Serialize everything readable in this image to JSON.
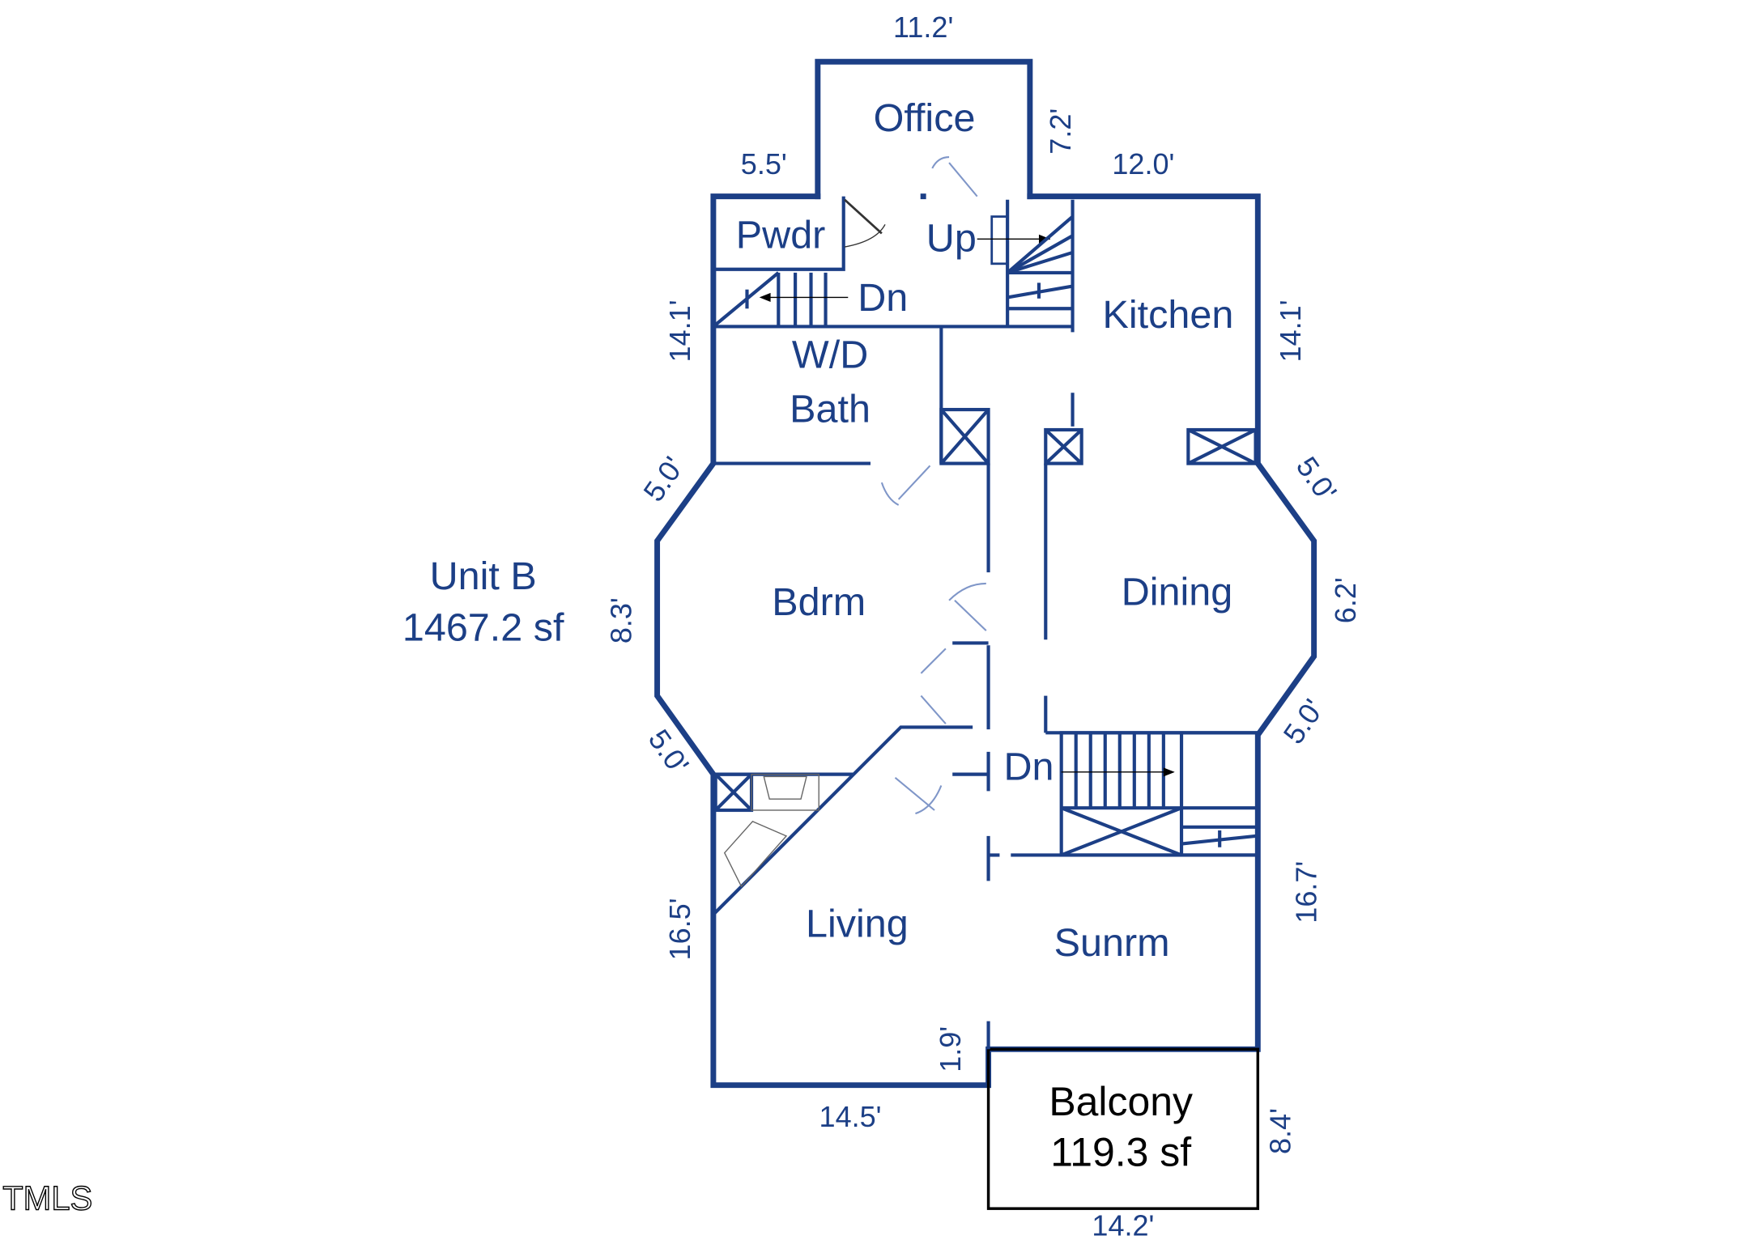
{
  "unit": {
    "name": "Unit B",
    "area": "1467.2 sf"
  },
  "rooms": {
    "office": "Office",
    "pwdr": "Pwdr",
    "up": "Up",
    "dn_top": "Dn",
    "kitchen": "Kitchen",
    "wd": "W/D",
    "bath": "Bath",
    "bdrm": "Bdrm",
    "dining": "Dining",
    "dn_bottom": "Dn",
    "living": "Living",
    "sunrm": "Sunrm"
  },
  "balcony": {
    "name": "Balcony",
    "area": "119.3 sf"
  },
  "dimensions": {
    "office_top": "11.2'",
    "office_right": "7.2'",
    "top_left": "5.5'",
    "top_right": "12.0'",
    "left_upper": "14.1'",
    "right_upper": "14.1'",
    "diag_upper_left": "5.0'",
    "diag_upper_right": "5.0'",
    "left_mid": "8.3'",
    "right_mid": "6.2'",
    "diag_lower_left": "5.0'",
    "diag_lower_right": "5.0'",
    "left_lower": "16.5'",
    "right_lower": "16.7'",
    "step": "1.9'",
    "bottom_left": "14.5'",
    "balcony_right": "8.4'",
    "balcony_bottom": "14.2'"
  },
  "watermark": "TMLS",
  "colors": {
    "wall": "#1c3f86",
    "door": "#7f96c8"
  }
}
